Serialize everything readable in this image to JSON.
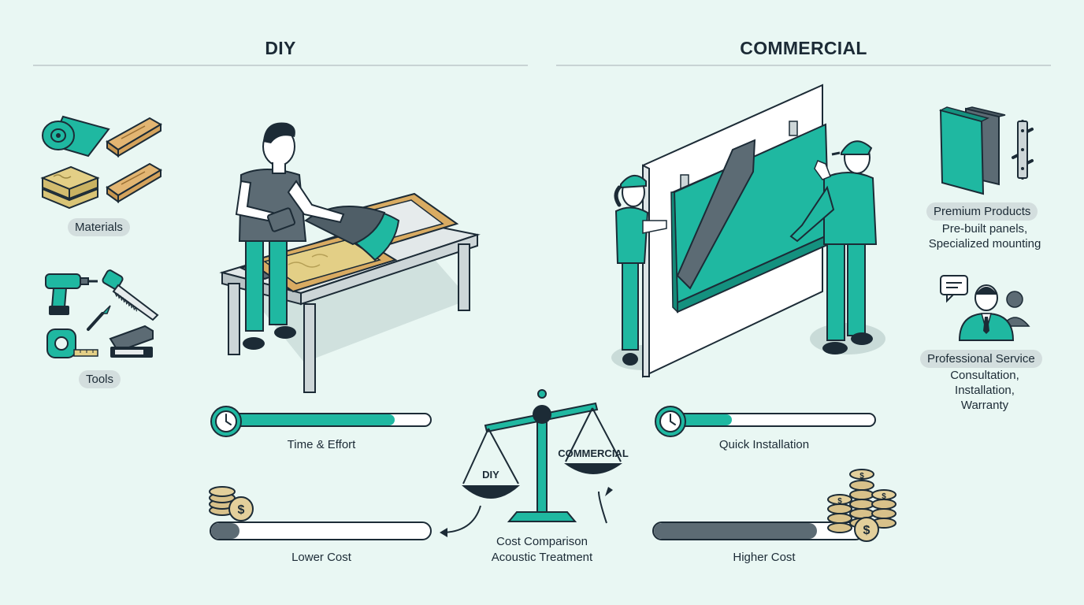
{
  "headings": {
    "diy": "DIY",
    "commercial": "COMMERCIAL"
  },
  "diy": {
    "materials_label": "Materials",
    "tools_label": "Tools",
    "time_label": "Time & Effort",
    "time_level_percent": 82,
    "cost_label": "Lower Cost",
    "cost_level_percent": 13
  },
  "commercial": {
    "premium_label": "Premium Products",
    "premium_note_line1": "Pre-built panels,",
    "premium_note_line2": "Specialized mounting",
    "service_label": "Professional Service",
    "service_note_line1": "Consultation,",
    "service_note_line2": "Installation,",
    "service_note_line3": "Warranty",
    "time_label": "Quick Installation",
    "time_level_percent": 28,
    "cost_label": "Higher Cost",
    "cost_level_percent": 78
  },
  "scale": {
    "left_pan_label": "DIY",
    "right_pan_label": "COMMERCIAL",
    "caption_line1": "Cost Comparison",
    "caption_line2": "Acoustic Treatment"
  },
  "colors": {
    "teal": "#1fb8a1",
    "navy": "#1c2b36",
    "slate": "#5c6b74",
    "wood": "#d9ab62",
    "gold": "#d8c18a",
    "wall": "#ffffff"
  },
  "icons": [
    "fabric-roll-icon",
    "wood-boards-icon",
    "insulation-batts-icon",
    "power-drill-icon",
    "hand-saw-icon",
    "tape-measure-icon",
    "utility-knife-icon",
    "staple-gun-icon",
    "clock-icon",
    "coin-stack-icon",
    "balance-scale-icon",
    "acoustic-panel-icon",
    "mounting-bracket-icon",
    "chat-bubble-icon",
    "consultant-icon"
  ]
}
